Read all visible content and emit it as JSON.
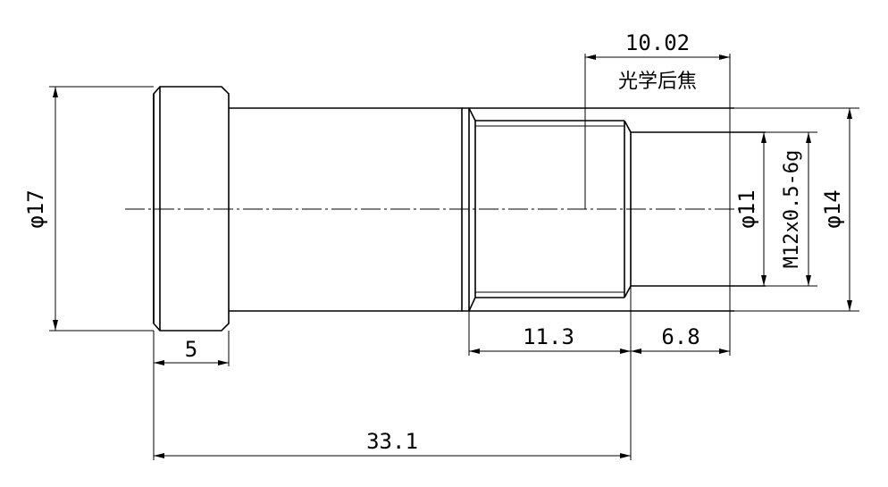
{
  "drawing": {
    "dimensions": {
      "focal_back": "10.02",
      "focal_back_label": "光学后焦",
      "dia_17": "φ17",
      "dia_11": "φ11",
      "thread": "M12x0.5-6g",
      "dia_14": "φ14",
      "len_5": "5",
      "len_11_3": "11.3",
      "len_6_8": "6.8",
      "len_33_1": "33.1"
    }
  }
}
